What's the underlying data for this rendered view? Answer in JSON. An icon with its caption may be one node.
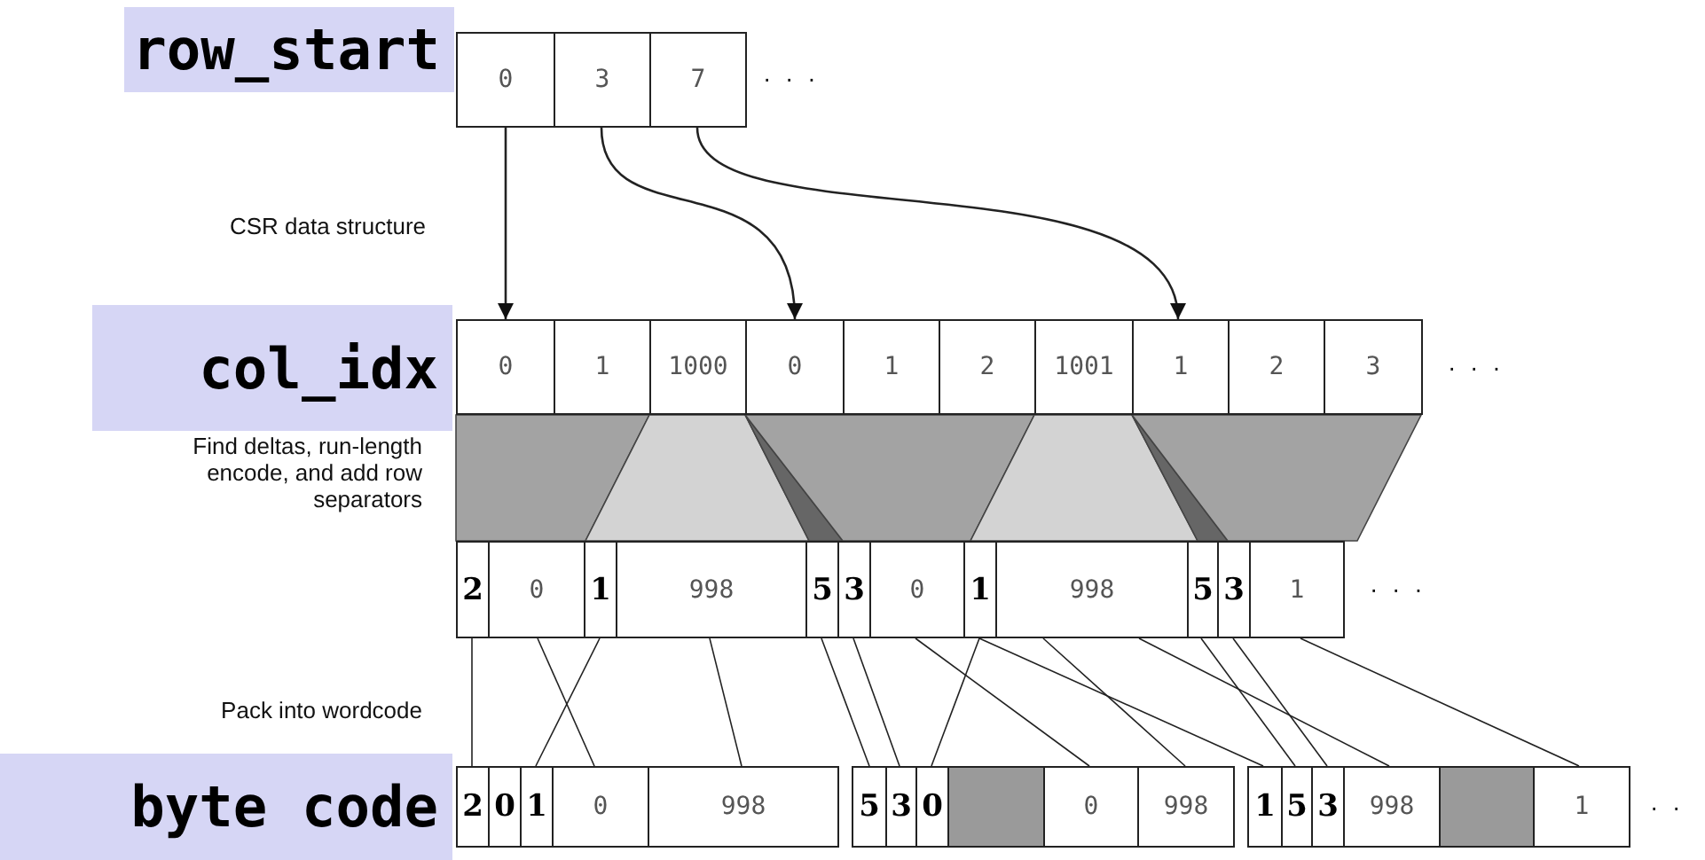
{
  "diagram": {
    "nodes": [
      {
        "text": [
          "row_start"
        ]
      },
      {
        "text": [
          "col_idx"
        ]
      },
      {
        "text": [
          "byte code"
        ]
      },
      {
        "text": [
          "0"
        ]
      },
      {
        "text": [
          "3"
        ]
      },
      {
        "text": [
          "7"
        ]
      },
      {
        "text": [
          "0"
        ]
      },
      {
        "text": [
          "1"
        ]
      },
      {
        "text": [
          "1000"
        ]
      },
      {
        "text": [
          "0"
        ]
      },
      {
        "text": [
          "1"
        ]
      },
      {
        "text": [
          "2"
        ]
      },
      {
        "text": [
          "1001"
        ]
      },
      {
        "text": [
          "1"
        ]
      },
      {
        "text": [
          "2"
        ]
      },
      {
        "text": [
          "3"
        ]
      },
      {
        "text": [
          "2"
        ]
      },
      {
        "text": [
          "0"
        ]
      },
      {
        "text": [
          "1"
        ]
      },
      {
        "text": [
          "998"
        ]
      },
      {
        "text": [
          "5"
        ]
      },
      {
        "text": [
          "3"
        ]
      },
      {
        "text": [
          "0"
        ]
      },
      {
        "text": [
          "1"
        ]
      },
      {
        "text": [
          "998"
        ]
      },
      {
        "text": [
          "5"
        ]
      },
      {
        "text": [
          "3"
        ]
      },
      {
        "text": [
          "1"
        ]
      },
      {
        "text": [
          "2"
        ]
      },
      {
        "text": [
          "0"
        ]
      },
      {
        "text": [
          "1"
        ]
      },
      {
        "text": [
          "0"
        ]
      },
      {
        "text": [
          "998"
        ]
      },
      {
        "text": [
          "5"
        ]
      },
      {
        "text": [
          "3"
        ]
      },
      {
        "text": [
          "0"
        ]
      },
      {
        "text": [],
        "shape": "box"
      },
      {
        "text": [
          "0"
        ]
      },
      {
        "text": [
          "998"
        ]
      },
      {
        "text": [
          "1"
        ]
      },
      {
        "text": [
          "5"
        ]
      },
      {
        "text": [
          "3"
        ]
      },
      {
        "text": [
          "998"
        ]
      },
      {
        "text": [],
        "shape": "box"
      },
      {
        "text": [
          "1"
        ]
      }
    ],
    "edges": [
      {
        "from": 3,
        "to": 6,
        "arrow": "to"
      },
      {
        "from": 4,
        "to": 9,
        "arrow": "to"
      },
      {
        "from": 5,
        "to": 13,
        "arrow": "to"
      },
      {
        "from": 16,
        "to": 28,
        "arrow": "none"
      },
      {
        "from": 17,
        "to": 31,
        "arrow": "none"
      },
      {
        "from": 18,
        "to": 30,
        "arrow": "none"
      },
      {
        "from": 19,
        "to": 32,
        "arrow": "none"
      },
      {
        "from": 20,
        "to": 33,
        "arrow": "none"
      },
      {
        "from": 21,
        "to": 34,
        "arrow": "none"
      },
      {
        "from": 22,
        "to": 37,
        "arrow": "none"
      },
      {
        "from": 23,
        "to": 35,
        "arrow": "none"
      },
      {
        "from": 23,
        "to": 39,
        "arrow": "none"
      },
      {
        "from": 24,
        "to": 38,
        "arrow": "none"
      },
      {
        "from": 24,
        "to": 42,
        "arrow": "none"
      },
      {
        "from": 25,
        "to": 40,
        "arrow": "none"
      },
      {
        "from": 26,
        "to": 41,
        "arrow": "none"
      },
      {
        "from": 27,
        "to": 44,
        "arrow": "none"
      }
    ],
    "labels": [
      "· · ·",
      "CSR data structure",
      "· · ·",
      "Find deltas, run-length encode, and add row separators",
      "· · ·",
      "Pack into wordcode",
      "· ·"
    ]
  }
}
